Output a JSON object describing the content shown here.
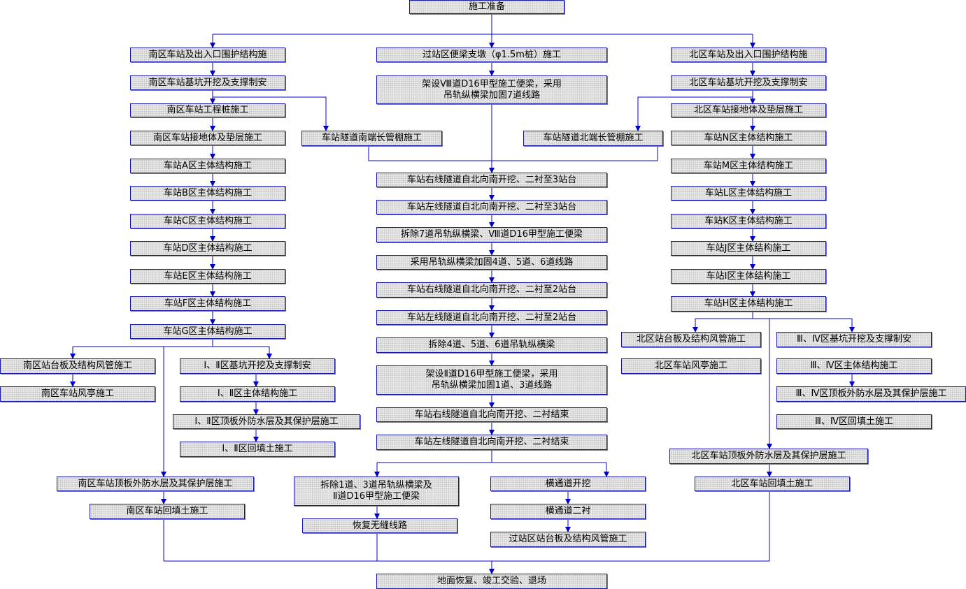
{
  "nodes": {
    "start": "施工准备",
    "s1": "南区车站及出入口围护结构施",
    "s2": "南区车站基坑开挖及支撑制安",
    "s3": "南区车站工程桩施工",
    "s4": "南区车站接地体及垫层施工",
    "s5": "车站A区主体结构施工",
    "s6": "车站B区主体结构施工",
    "s7": "车站C区主体结构施工",
    "s8": "车站D区主体结构施工",
    "s9": "车站E区主体结构施工",
    "s10": "车站F区主体结构施工",
    "s11": "车站G区主体结构施工",
    "s12": "南区站台板及结构风管施工",
    "s13": "南区车站风亭施工",
    "s14": "Ⅰ、Ⅱ区基坑开挖及支撑制安",
    "s15": "Ⅰ、Ⅱ区主体结构施工",
    "s16": "Ⅰ、Ⅱ区顶板外防水层及其保护层施工",
    "s17": "Ⅰ、Ⅱ区回填土施工",
    "s18": "南区车站顶板外防水层及其保护层施工",
    "s19": "南区车站回填土施工",
    "t_south": "车站隧道南端长管棚施工",
    "t_north": "车站隧道北端长管棚施工",
    "m1": "过站区便梁支墩（φ1.5m桩）施工",
    "m2": "架设Ⅷ道D16甲型施工便梁，采用\n吊轨纵横梁加固7道线路",
    "m3": "车站右线隧道自北向南开挖、二衬至3站台",
    "m4": "车站左线隧道自北向南开挖、二衬至3站台",
    "m5": "拆除7道吊轨纵横梁、Ⅷ道D16甲型施工便梁",
    "m6": "采用吊轨纵横梁加固4道、5道、6道线路",
    "m7": "车站右线隧道自北向南开挖、二衬至2站台",
    "m8": "车站左线隧道自北向南开挖、二衬至2站台",
    "m9": "拆除4道、5道、6道吊轨纵横梁",
    "m10": "架设Ⅱ道D16甲型施工便梁，采用\n吊轨纵横梁加固1道、3道线路",
    "m11": "车站右线隧道自北向南开挖、二衬结束",
    "m12": "车站左线隧道自北向南开挖、二衬结束",
    "m13": "拆除1道、3道吊轨纵横梁及\nⅡ道D16甲型施工便梁",
    "m14": "恢复无缝线路",
    "m15": "横通道开挖",
    "m16": "横通道二衬",
    "m17": "过站区站台板及结构风管施工",
    "n1": "北区车站及出入口围护结构施",
    "n2": "北区车站基坑开挖及支撑制安",
    "n3": "北区车站接地体及垫层施工",
    "n4": "车站N区主体结构施工",
    "n5": "车站M区主体结构施工",
    "n6": "车站L区主体结构施工",
    "n7": "车站K区主体结构施工",
    "n8": "车站J区主体结构施工",
    "n9": "车站I区主体结构施工",
    "n10": "车站H区主体结构施工",
    "n11": "北区站台板及结构风管施工",
    "n12": "北区车站风亭施工",
    "n13": "Ⅲ、Ⅳ区基坑开挖及支撑制安",
    "n14": "Ⅲ、Ⅳ区主体结构施工",
    "n15": "Ⅲ、Ⅳ区顶板外防水层及其保护层施工",
    "n16": "Ⅲ、Ⅳ区回填土施工",
    "n17": "北区车站顶板外防水层及其保护层施工",
    "n18": "北区车站回填土施工",
    "end": "地面恢复、竣工交验、退场"
  },
  "colors": {
    "connector": "#0000cc",
    "box_border": "#1818a8",
    "box_fill": "#e4e4e4"
  }
}
